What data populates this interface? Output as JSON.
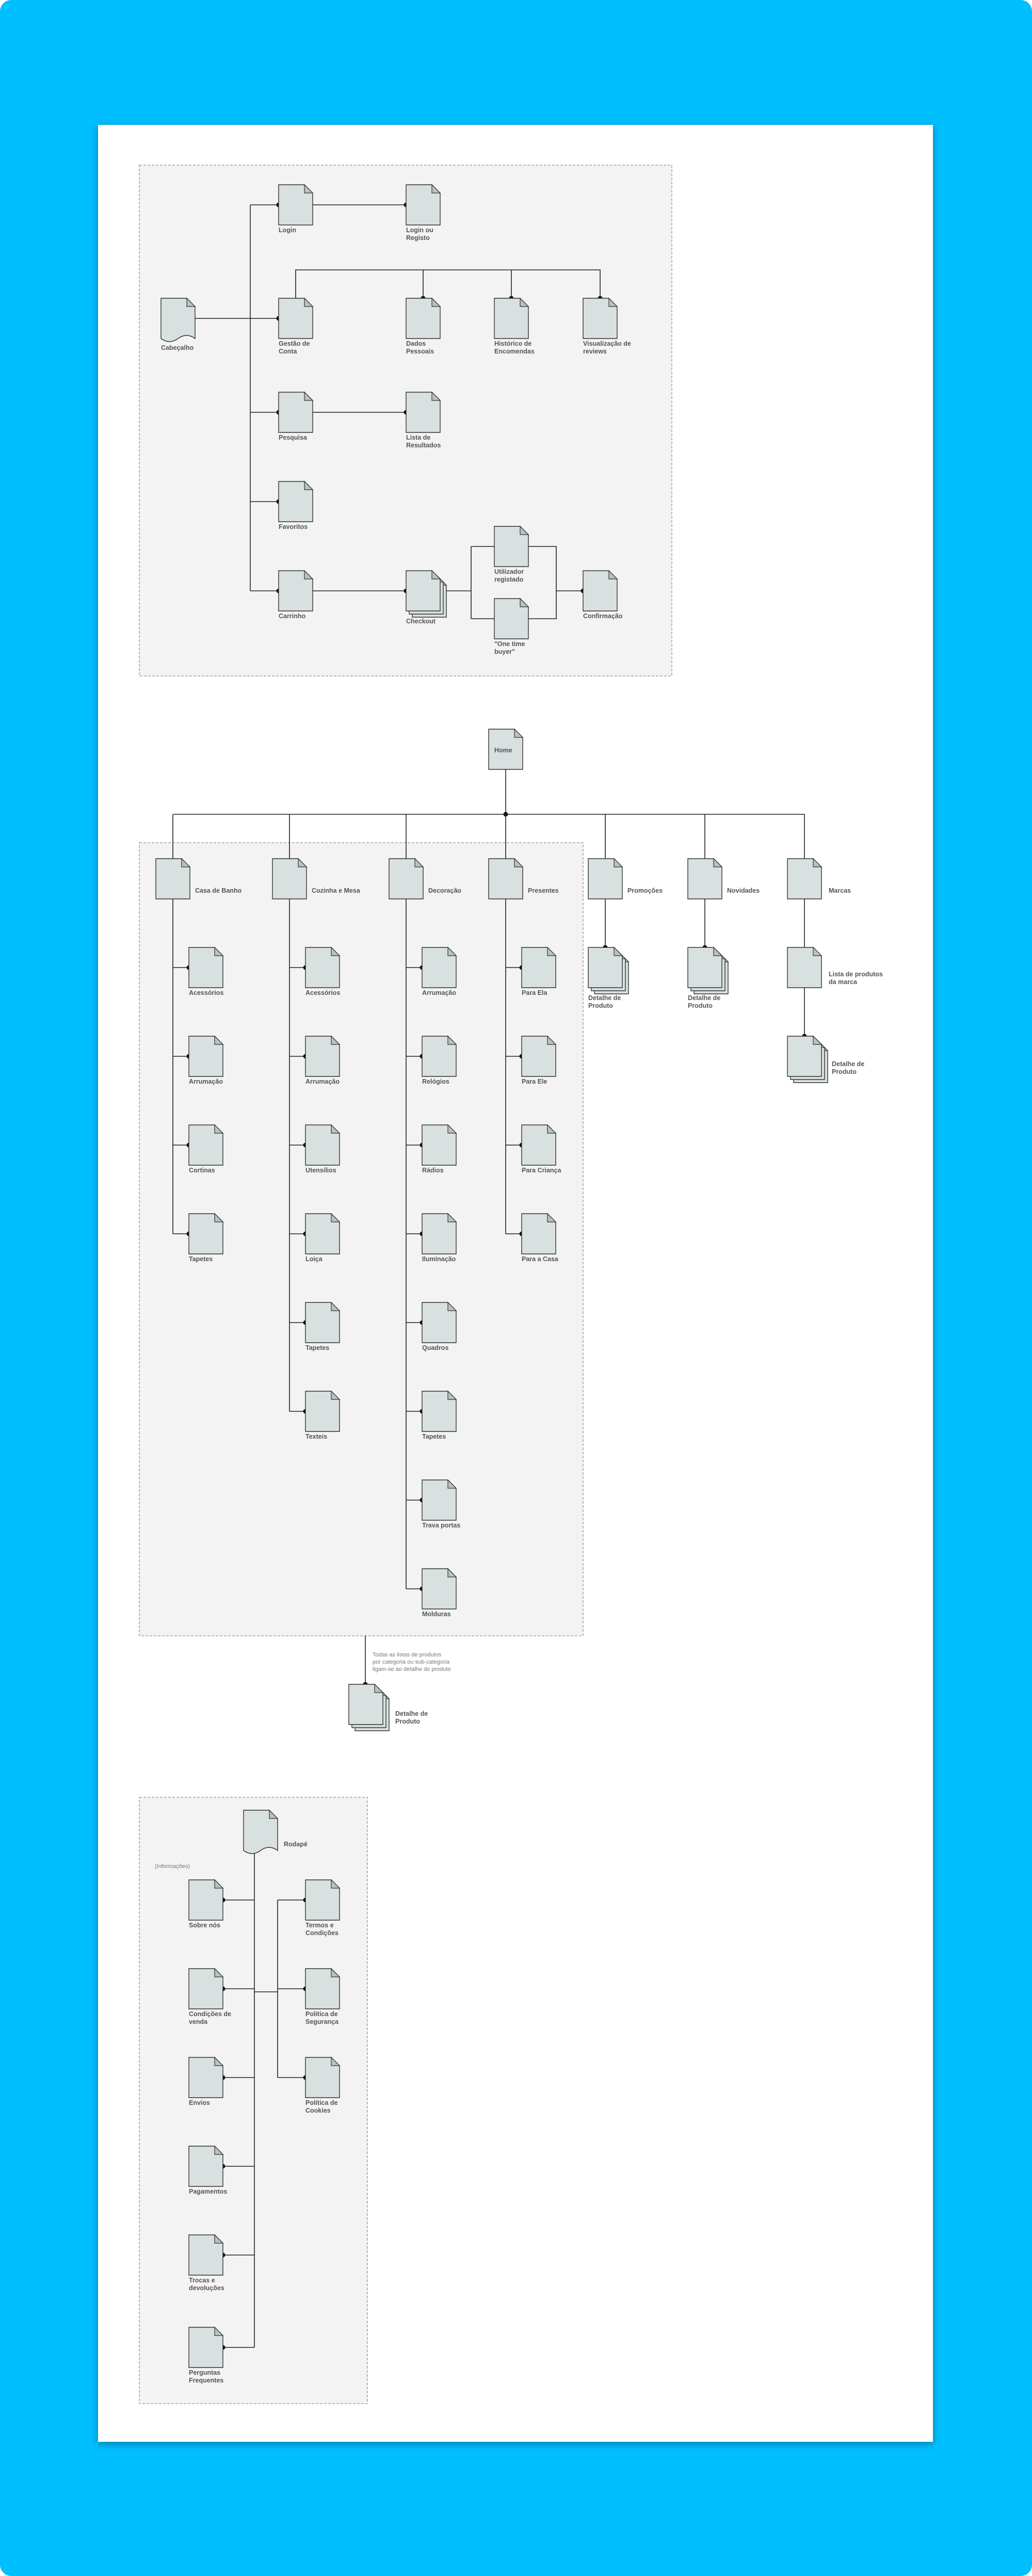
{
  "colors": {
    "background": "#00bfff",
    "sheet": "#ffffff",
    "section_fill": "#f3f3f3",
    "page_icon": "#d9e0e0",
    "line": "#222222"
  },
  "header_section": {
    "root": [
      "Cabeçalho"
    ],
    "login": [
      "Login"
    ],
    "login_target": [
      "Login ou",
      "Registo"
    ],
    "account": [
      "Gestão de",
      "Conta"
    ],
    "account_children": [
      [
        "Dados",
        "Pessoais"
      ],
      [
        "Histórico de",
        "Encomendas"
      ],
      [
        "Visualização de",
        "reviews"
      ]
    ],
    "search": [
      "Pesquisa"
    ],
    "search_target": [
      "Lista de",
      "Resultados"
    ],
    "favorites": [
      "Favoritos"
    ],
    "cart": [
      "Carrinho"
    ],
    "checkout": [
      "Checkout"
    ],
    "registered_user": [
      "Utilizador",
      "registado"
    ],
    "one_time_buyer": [
      "\"One time",
      "buyer\""
    ],
    "confirmation": [
      "Confirmação"
    ]
  },
  "home_section": {
    "home": [
      "Home"
    ],
    "categories": [
      {
        "title": "Casa de Banho",
        "items": [
          "Acessórios",
          "Arrumação",
          "Cortinas",
          "Tapetes"
        ]
      },
      {
        "title": "Cozinha e Mesa",
        "items": [
          "Acessórios",
          "Arrumação",
          "Utensílios",
          "Loiça",
          "Tapetes",
          "Texteis"
        ]
      },
      {
        "title": "Decoração",
        "items": [
          "Arrumação",
          "Relógios",
          "Rádios",
          "Iluminação",
          "Quadros",
          "Tapetes",
          "Trava portas",
          "Molduras"
        ]
      },
      {
        "title": "Presentes",
        "items": [
          "Para Ela",
          "Para Ele",
          "Para Criança",
          "Para a Casa"
        ]
      }
    ],
    "promotions": [
      "Promoções"
    ],
    "promotions_child": [
      "Detalhe de",
      "Produto"
    ],
    "news": [
      "Novidades"
    ],
    "news_child": [
      "Detalhe de",
      "Produto"
    ],
    "brands": [
      "Marcas"
    ],
    "brands_list": [
      "Lista de produtos",
      "da marca"
    ],
    "brands_detail": [
      "Detalhe de",
      "Produto"
    ],
    "note": [
      "Todas as listas de produtos",
      "por categoria ou sub-categoria",
      "ligam-se ao detalhe do produto"
    ],
    "note_target": [
      "Detalhe de",
      "Produto"
    ]
  },
  "footer_section": {
    "root": [
      "Rodapé"
    ],
    "info_label": [
      "(Informações)"
    ],
    "left": [
      [
        "Sobre nós"
      ],
      [
        "Condições de",
        "venda"
      ],
      [
        "Envios"
      ],
      [
        "Pagamentos"
      ],
      [
        "Trocas e",
        "devoluções"
      ],
      [
        "Perguntas",
        "Frequentes"
      ]
    ],
    "right": [
      [
        "Termos e",
        "Condições"
      ],
      [
        "Política de",
        "Segurança"
      ],
      [
        "Política de",
        "Cookies"
      ]
    ]
  }
}
